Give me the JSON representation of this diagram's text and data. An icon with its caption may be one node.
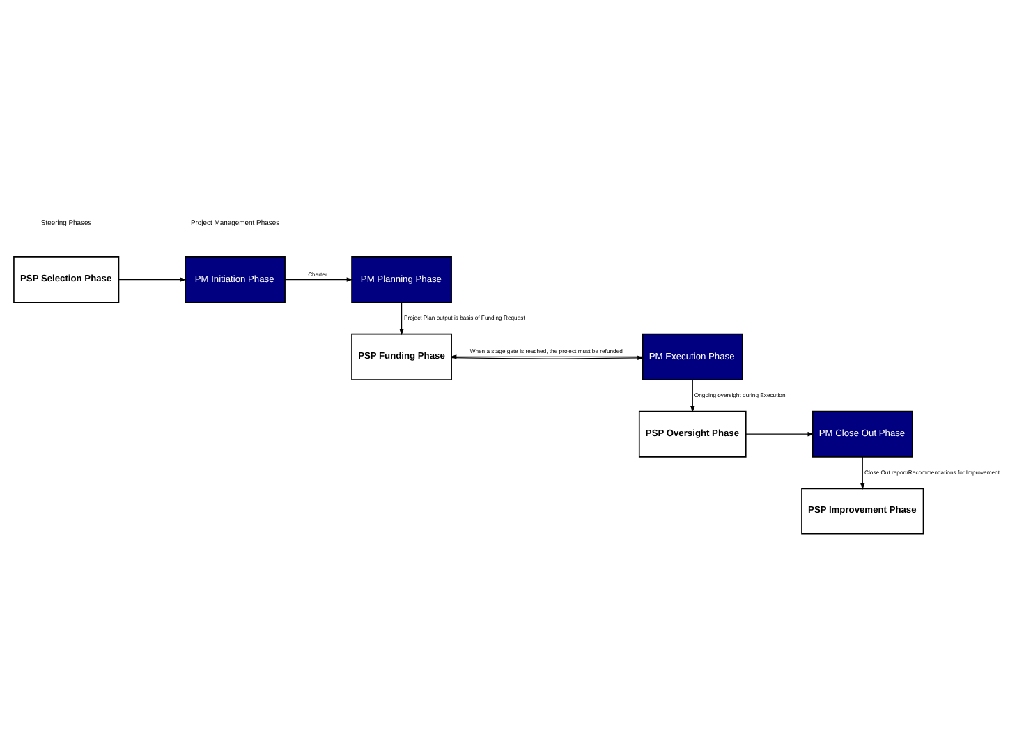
{
  "diagram": {
    "nodes": [
      {
        "text": [
          "PSP Selection Phase"
        ]
      },
      {
        "text": [
          "PM Initiation Phase"
        ]
      },
      {
        "text": [
          "PM Planning Phase"
        ]
      },
      {
        "text": [
          "PSP Funding Phase"
        ]
      },
      {
        "text": [
          "PM Execution Phase"
        ]
      },
      {
        "text": [
          "PSP Oversight Phase"
        ]
      },
      {
        "text": [
          "PM Close Out Phase"
        ]
      },
      {
        "text": [
          "PSP Improvement Phase"
        ]
      }
    ],
    "edges": [
      {
        "from": 0,
        "to": 1,
        "arrow": "to"
      },
      {
        "from": 1,
        "to": 2,
        "arrow": "to",
        "label": "Charter"
      },
      {
        "from": 2,
        "to": 3,
        "arrow": "to",
        "label": "Project Plan output is basis of Funding Request"
      },
      {
        "from": 3,
        "to": 4,
        "arrow": "to"
      },
      {
        "from": 4,
        "to": 3,
        "arrow": "to",
        "label": "When a stage gate is reached, the project must be refunded"
      },
      {
        "from": 4,
        "to": 5,
        "arrow": "to",
        "label": "Ongoing oversight during Execution"
      },
      {
        "from": 5,
        "to": 6,
        "arrow": "to"
      },
      {
        "from": 6,
        "to": 7,
        "arrow": "to",
        "label": "Close Out report/Recommendations for Improvement"
      }
    ],
    "labels": [
      "Steering Phases",
      "Project Management Phases"
    ]
  }
}
